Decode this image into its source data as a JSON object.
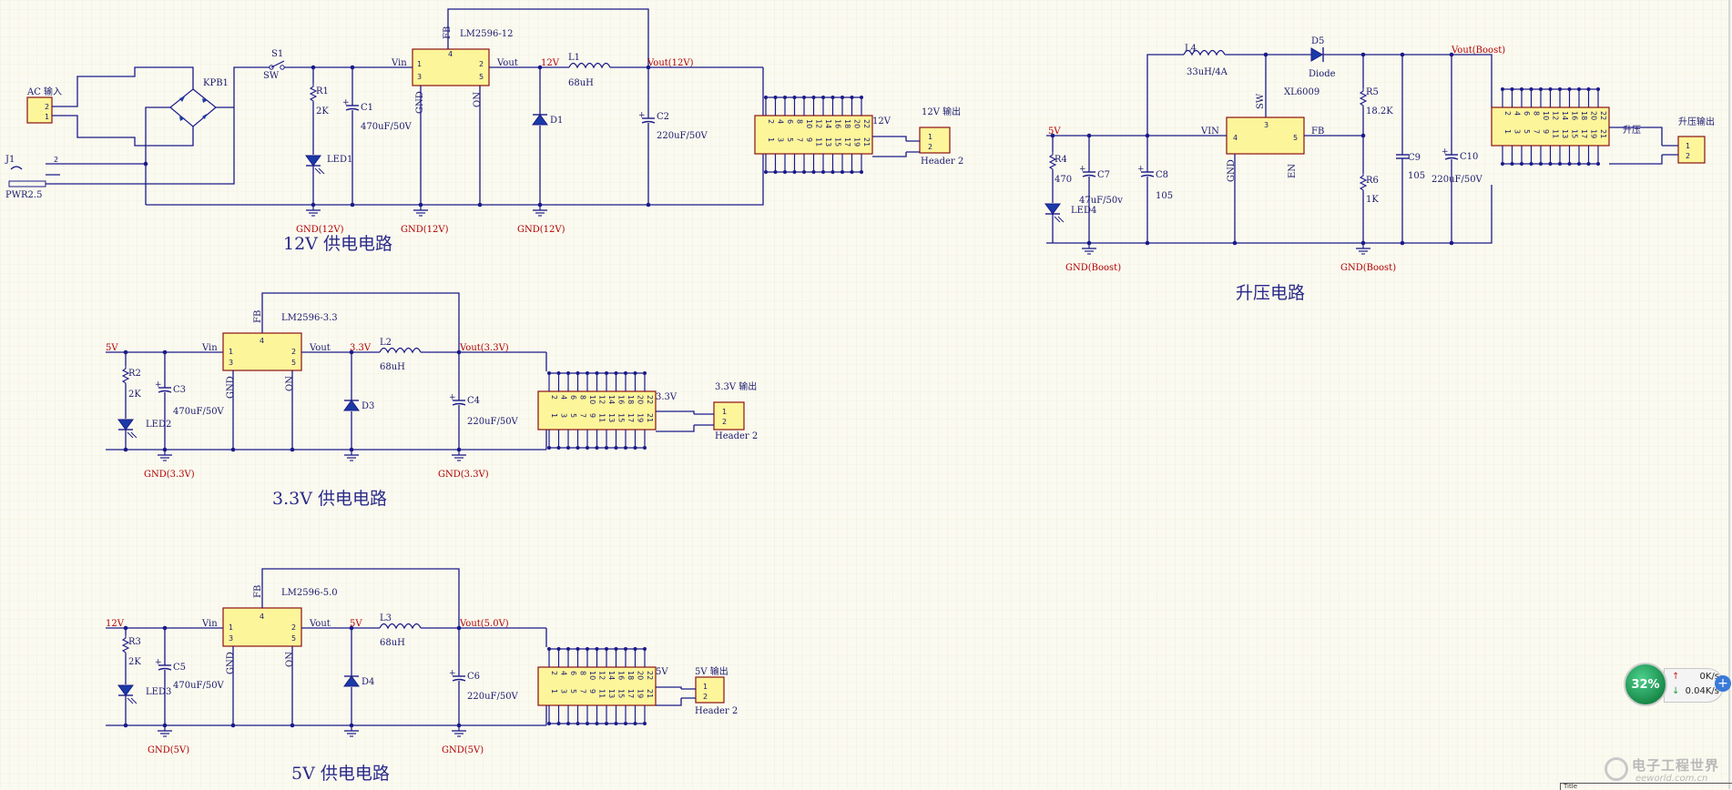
{
  "circuits": {
    "c12v": {
      "title": "12V 供电电路",
      "ic_name": "LM2596-12",
      "ac_label": "AC 输入",
      "bridge": "KPB1",
      "switch_ref": "S1",
      "switch_val": "SW",
      "jack_ref": "J1",
      "jack_val": "PWR2.5",
      "r_ref": "R1",
      "r_val": "2K",
      "led_ref": "LED1",
      "cin_ref": "C1",
      "cin_val": "470uF/50V",
      "l_ref": "L1",
      "l_val": "68uH",
      "d_ref": "D1",
      "cout_ref": "C2",
      "cout_val": "220uF/50V",
      "net_in": "12V",
      "net_out": "Vout(12V)",
      "gnd": "GND(12V)",
      "hdr_title": "12V 输出",
      "conn_label": "12V",
      "hdr_val": "Header 2"
    },
    "c33v": {
      "title": "3.3V 供电电路",
      "ic_name": "LM2596-3.3",
      "net_vin": "5V",
      "r_ref": "R2",
      "r_val": "2K",
      "led_ref": "LED2",
      "cin_ref": "C3",
      "cin_val": "470uF/50V",
      "l_ref": "L2",
      "l_val": "68uH",
      "d_ref": "D3",
      "cout_ref": "C4",
      "cout_val": "220uF/50V",
      "net_sw": "3.3V",
      "net_out": "Vout(3.3V)",
      "gnd": "GND(3.3V)",
      "hdr_title": "3.3V 输出",
      "conn_label": "3.3V",
      "hdr_val": "Header 2"
    },
    "c5v": {
      "title": "5V 供电电路",
      "ic_name": "LM2596-5.0",
      "net_vin": "12V",
      "r_ref": "R3",
      "r_val": "2K",
      "led_ref": "LED3",
      "cin_ref": "C5",
      "cin_val": "470uF/50V",
      "l_ref": "L3",
      "l_val": "68uH",
      "d_ref": "D4",
      "cout_ref": "C6",
      "cout_val": "220uF/50V",
      "net_sw": "5V",
      "net_out": "Vout(5.0V)",
      "gnd": "GND(5V)",
      "hdr_title": "5V 输出",
      "conn_label": "5V",
      "hdr_val": "Header 2"
    },
    "boost": {
      "title": "升压电路",
      "ic_name": "XL6009",
      "net_vin": "5V",
      "l_ref": "L4",
      "l_val": "33uH/4A",
      "d_ref": "D5",
      "d_val": "Diode",
      "r4_ref": "R4",
      "r4_val": "470",
      "led_ref": "LED4",
      "c7_ref": "C7",
      "c7_val": "47uF/50v",
      "c8_ref": "C8",
      "c8_val": "105",
      "r5_ref": "R5",
      "r5_val": "18.2K",
      "r6_ref": "R6",
      "r6_val": "1K",
      "c9_ref": "C9",
      "c9_val": "105",
      "c10_ref": "C10",
      "c10_val": "220uF/50V",
      "net_out": "Vout(Boost)",
      "gnd": "GND(Boost)",
      "hdr_title": "升压输出",
      "conn_label": "升压"
    }
  },
  "ic_pins": {
    "vin": "Vin",
    "vout": "Vout",
    "fb": "FB",
    "gnd": "GND",
    "on": "ON",
    "sw": "SW",
    "en": "EN",
    "vin_caps": "VIN"
  },
  "header_pins": [
    "1",
    "2"
  ],
  "conn_pins_top": [
    "2",
    "4",
    "6",
    "8",
    "10",
    "12",
    "14",
    "16",
    "18",
    "20",
    "22"
  ],
  "conn_pins_bottom": [
    "1",
    "3",
    "5",
    "7",
    "9",
    "11",
    "13",
    "15",
    "17",
    "19",
    "21"
  ],
  "net_monitor": {
    "percent": "32%",
    "up": "0K/s",
    "down": "0.04K/s",
    "up_icon": "arrow-up-icon",
    "down_icon": "arrow-down-icon"
  },
  "watermark": {
    "name": "电子工程世界",
    "url": "eeworld.com.cn"
  },
  "title_block": {
    "label": "Title"
  },
  "colors": {
    "wire": "#1a1a8a",
    "ic_fill": "#fdf59a",
    "ic_border": "#8a1010",
    "net_label": "#b00000",
    "background": "#fbfaf0"
  }
}
